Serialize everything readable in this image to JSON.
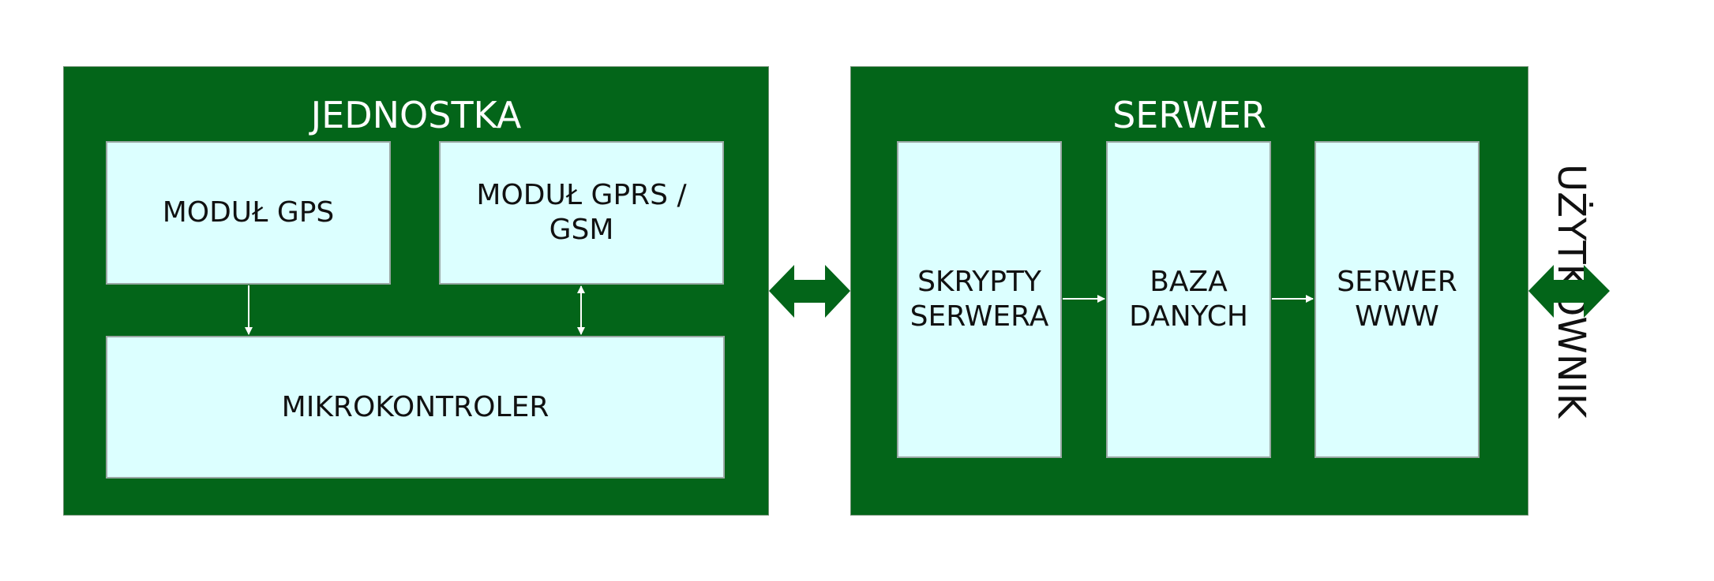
{
  "unit": {
    "title": "JEDNOSTKA"
  },
  "server": {
    "title": "SERWER"
  },
  "modules": {
    "gps": "MODUŁ GPS",
    "gprs": "MODUŁ GPRS / GSM",
    "mcu": "MIKROKONTROLER",
    "scripts_line1": "SKRYPTY",
    "scripts_line2": "SERWERA",
    "db_line1": "BAZA",
    "db_line2": "DANYCH",
    "www_line1": "SERWER",
    "www_line2": "WWW"
  },
  "user": {
    "label": "UŻYTKOWNIK"
  },
  "colors": {
    "group_bg": "#036519",
    "module_bg": "#dcffff",
    "arrow": "#036519"
  }
}
